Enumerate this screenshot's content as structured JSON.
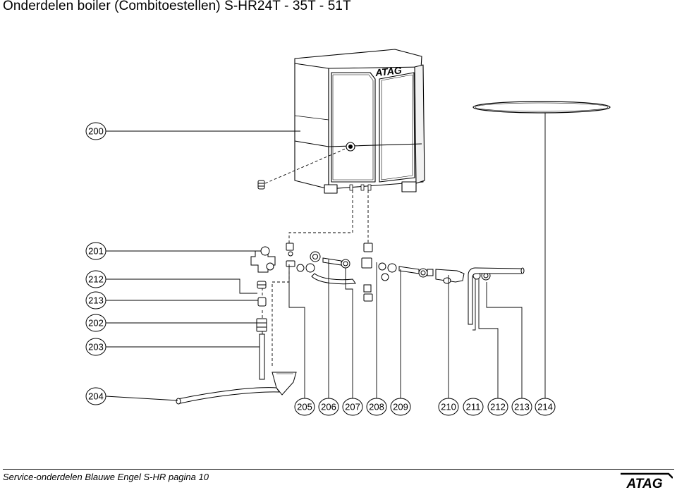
{
  "header": {
    "title": "Onderdelen boiler (Combitoestellen) S-HR24T - 35T - 51T"
  },
  "diagram": {
    "cabinet_logo": "ATAG",
    "callouts_left": [
      "200",
      "201",
      "212",
      "213",
      "202",
      "203",
      "204"
    ],
    "callouts_bottom": [
      "205",
      "206",
      "207",
      "208",
      "209",
      "210",
      "211",
      "212",
      "213",
      "214"
    ]
  },
  "footer": {
    "text": "Service-onderdelen Blauwe Engel S-HR   pagina 10",
    "brand": "ATAG"
  },
  "colors": {
    "line": "#000000",
    "cabinet_fill": "#ffffff",
    "brand": "#000000"
  }
}
